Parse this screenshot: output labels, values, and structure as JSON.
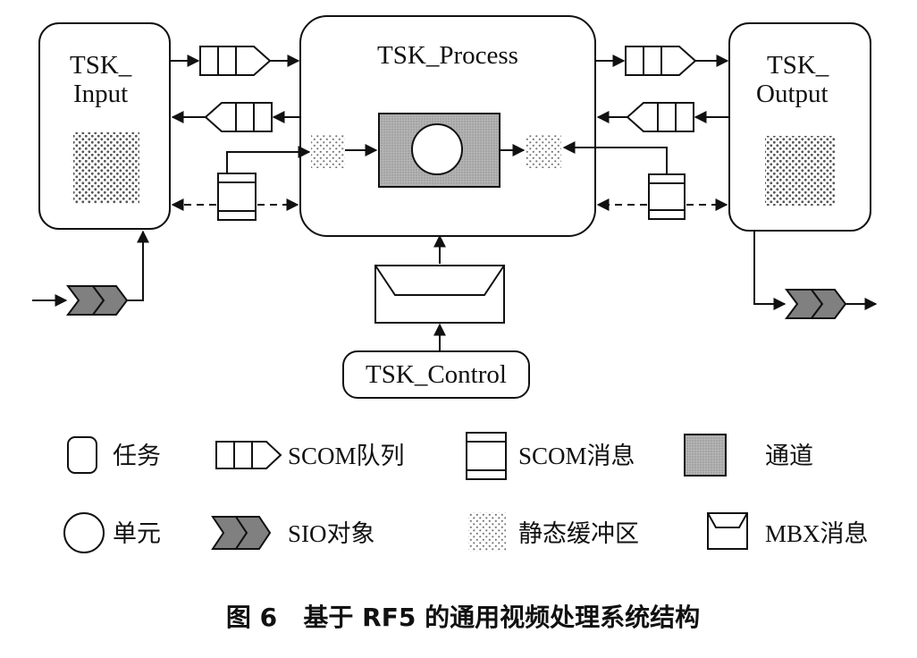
{
  "tasks": {
    "input": {
      "line1": "TSK_",
      "line2": "Input"
    },
    "process": {
      "label": "TSK_Process"
    },
    "output": {
      "line1": "TSK_",
      "line2": "Output"
    },
    "control": {
      "label": "TSK_Control"
    }
  },
  "legend": {
    "task": "任务",
    "scom_queue": "SCOM队列",
    "scom_message": "SCOM消息",
    "channel": "通道",
    "cell": "单元",
    "sio_object": "SIO对象",
    "static_buffer": "静态缓冲区",
    "mbx_message": "MBX消息"
  },
  "caption": "图 6   基于 RF5 的通用视频处理系统结构",
  "colors": {
    "stroke": "#111111",
    "channel_fill": "#aaaaaa",
    "sio_fill": "#808080",
    "dots": "#555555"
  }
}
